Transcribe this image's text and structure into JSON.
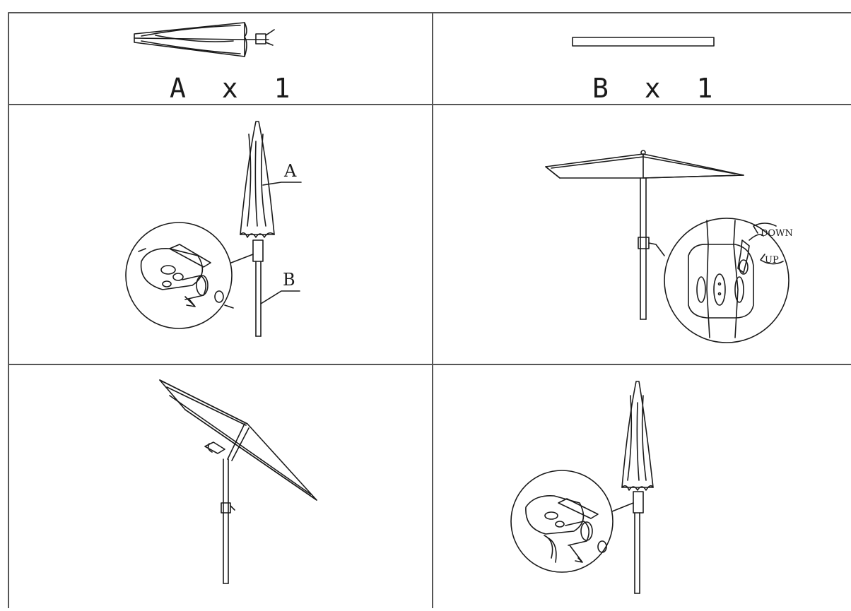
{
  "parts": [
    {
      "letter": "A",
      "quantity_label": "A x 1"
    },
    {
      "letter": "B",
      "quantity_label": "B x 1"
    }
  ],
  "callouts": {
    "pole_top": "A",
    "pole_bottom": "B",
    "crank_down": "DOWN",
    "crank_up": "UP"
  },
  "colors": {
    "line": "#1a1a1a",
    "grid": "#555555",
    "background": "#ffffff"
  }
}
